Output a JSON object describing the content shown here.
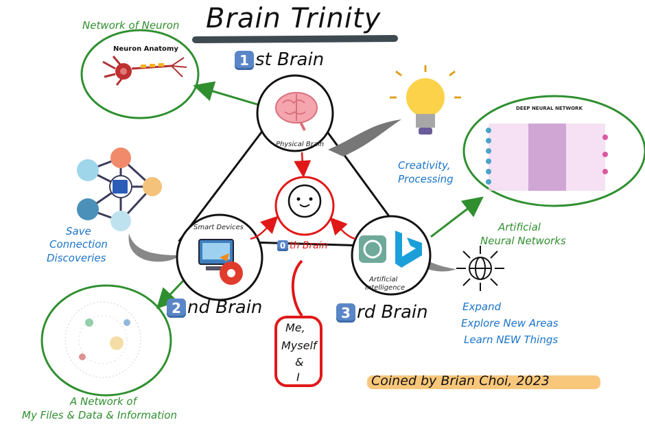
{
  "title": "Brain Trinity",
  "first_brain": {
    "number": "1",
    "label": "st Brain",
    "node_label": "Physical Brain"
  },
  "second_brain": {
    "number": "2",
    "label": "nd Brain",
    "node_label": "Smart Devices"
  },
  "third_brain": {
    "number": "3",
    "label": "rd Brain",
    "node_label_1": "Artificial",
    "node_label_2": "Intelligence"
  },
  "zeroth_brain": {
    "number": "0",
    "label": "th Brain"
  },
  "network_of_neuron": {
    "label": "Network of Neuron",
    "image_title": "Neuron Anatomy"
  },
  "creativity": {
    "line1": "Creativity,",
    "line2": "Processing"
  },
  "ann": {
    "line1": "Artificial",
    "line2": "Neural Networks",
    "image_title": "DEEP NEURAL NETWORK"
  },
  "save": {
    "line1": "Save",
    "line2": "Connection",
    "line3": "Discoveries"
  },
  "files_network": {
    "line1": "A Network of",
    "line2": "My Files & Data & Information"
  },
  "expand": {
    "line1": "Expand",
    "line2": "Explore New Areas",
    "line3": "Learn NEW Things"
  },
  "me": {
    "line1": "Me,",
    "line2": "Myself",
    "line3": "&",
    "line4": "I"
  },
  "credit": "Coined by Brian Choi, 2023",
  "colors": {
    "green": "#2f8f2f",
    "red": "#e01818",
    "blue": "#1a73c9",
    "badge": "#5a86c8",
    "highlight": "#f9c77b"
  }
}
